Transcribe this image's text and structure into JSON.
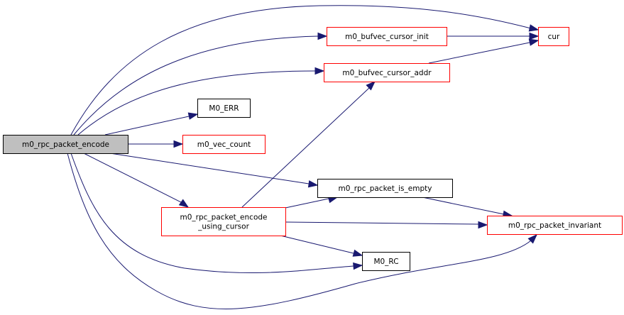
{
  "diagram": {
    "type": "call-graph",
    "colors": {
      "edge": "#191970",
      "root_fill": "#bfbfbf",
      "root_border": "#000000",
      "documented_border": "#000000",
      "truncated_border": "#ff0000",
      "node_fill": "#ffffff"
    },
    "nodes": [
      {
        "id": "encode",
        "lines": [
          "m0_rpc_packet_encode"
        ],
        "style": "root"
      },
      {
        "id": "cursor_init",
        "lines": [
          "m0_bufvec_cursor_init"
        ],
        "style": "truncated"
      },
      {
        "id": "cursor_addr",
        "lines": [
          "m0_bufvec_cursor_addr"
        ],
        "style": "truncated"
      },
      {
        "id": "cur",
        "lines": [
          "cur"
        ],
        "style": "truncated"
      },
      {
        "id": "m0_err",
        "lines": [
          "M0_ERR"
        ],
        "style": "normal"
      },
      {
        "id": "vec_count",
        "lines": [
          "m0_vec_count"
        ],
        "style": "truncated"
      },
      {
        "id": "is_empty",
        "lines": [
          "m0_rpc_packet_is_empty"
        ],
        "style": "normal"
      },
      {
        "id": "using_cursor",
        "lines": [
          "m0_rpc_packet_encode",
          "_using_cursor"
        ],
        "style": "truncated"
      },
      {
        "id": "invariant",
        "lines": [
          "m0_rpc_packet_invariant"
        ],
        "style": "truncated"
      },
      {
        "id": "m0_rc",
        "lines": [
          "M0_RC"
        ],
        "style": "normal"
      }
    ],
    "edges": [
      {
        "from": "encode",
        "to": "cur"
      },
      {
        "from": "encode",
        "to": "cursor_init"
      },
      {
        "from": "encode",
        "to": "cursor_addr"
      },
      {
        "from": "encode",
        "to": "m0_err"
      },
      {
        "from": "encode",
        "to": "vec_count"
      },
      {
        "from": "encode",
        "to": "is_empty"
      },
      {
        "from": "encode",
        "to": "using_cursor"
      },
      {
        "from": "encode",
        "to": "m0_rc"
      },
      {
        "from": "encode",
        "to": "invariant"
      },
      {
        "from": "cursor_init",
        "to": "cur"
      },
      {
        "from": "cursor_addr",
        "to": "cur"
      },
      {
        "from": "using_cursor",
        "to": "cursor_addr"
      },
      {
        "from": "using_cursor",
        "to": "is_empty"
      },
      {
        "from": "using_cursor",
        "to": "invariant"
      },
      {
        "from": "using_cursor",
        "to": "m0_rc"
      },
      {
        "from": "is_empty",
        "to": "invariant"
      }
    ]
  }
}
